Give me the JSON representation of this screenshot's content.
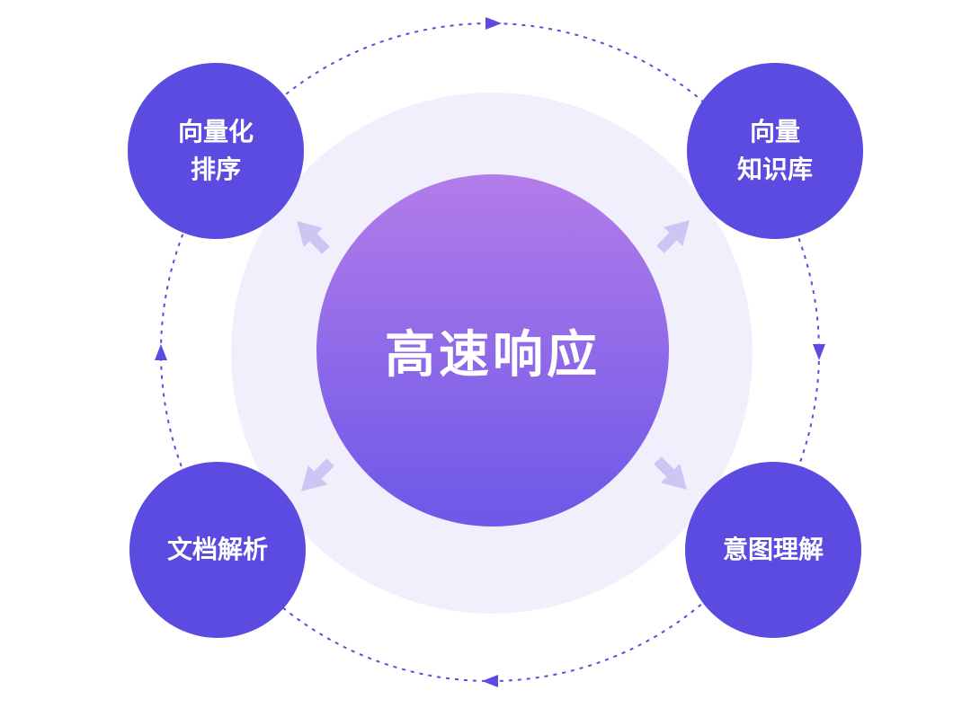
{
  "diagram": {
    "center": {
      "label": "高速响应"
    },
    "nodes": [
      {
        "id": "vectorize-sort",
        "lines": [
          "向量化",
          "排序"
        ]
      },
      {
        "id": "vector-knowledge-base",
        "lines": [
          "向量",
          "知识库"
        ]
      },
      {
        "id": "document-parsing",
        "lines": [
          "文档解析"
        ]
      },
      {
        "id": "intent-understanding",
        "lines": [
          "意图理解"
        ]
      }
    ],
    "colors": {
      "background": "#ffffff",
      "node_fill": "#5b4be0",
      "node_text": "#ffffff",
      "center_text": "#ffffff",
      "center_gradient_top": "#b37ce9",
      "center_gradient_bottom": "#6c58e8",
      "halo_fill": "#f1effb",
      "orbit_stroke": "#5b4be0",
      "outward_arrow": "#cfc5f4"
    }
  }
}
